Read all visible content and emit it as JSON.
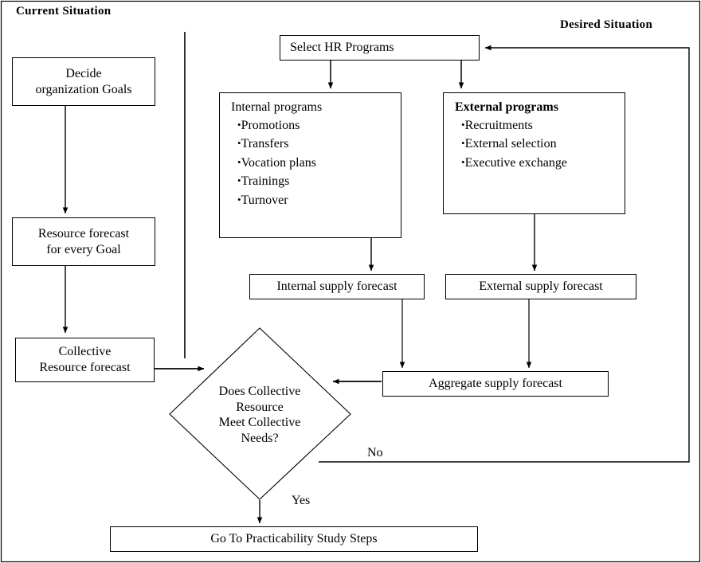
{
  "diagram": {
    "title_left": "Current  Situation",
    "title_right": "Desired Situation",
    "type": "flowchart"
  },
  "nodes": {
    "decide_goals": {
      "line1": "Decide",
      "line2": "organization Goals"
    },
    "resource_forecast": {
      "line1": "Resource forecast",
      "line2": "for every Goal"
    },
    "collective_forecast": {
      "line1": "Collective",
      "line2": "Resource forecast"
    },
    "select_hr": {
      "label": "Select HR Programs"
    },
    "internal_programs": {
      "title": "Internal programs",
      "items": [
        "Promotions",
        "Transfers",
        "Vocation plans",
        "Trainings",
        "Turnover"
      ]
    },
    "external_programs": {
      "title": "External programs",
      "items": [
        "Recruitments",
        "External selection",
        "Executive exchange"
      ]
    },
    "internal_supply": {
      "label": "Internal supply forecast"
    },
    "external_supply": {
      "label": "External supply forecast"
    },
    "aggregate_supply": {
      "label": "Aggregate supply forecast"
    },
    "decision": {
      "line1": "Does Collective",
      "line2": "Resource",
      "line3": "Meet Collective",
      "line4": "Needs?"
    },
    "practicability": {
      "label": "Go To Practicability Study Steps"
    }
  },
  "edge_labels": {
    "no": "No",
    "yes": "Yes"
  },
  "bullet_glyph": "•",
  "colors": {
    "stroke": "#000000",
    "fill": "#ffffff",
    "text": "#000000"
  }
}
